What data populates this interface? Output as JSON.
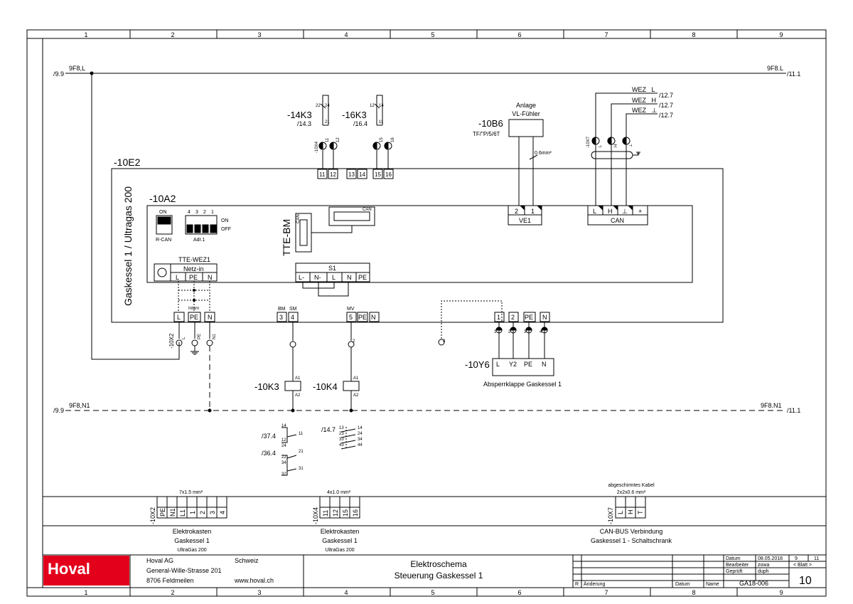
{
  "grid": {
    "top": [
      "1",
      "2",
      "3",
      "4",
      "5",
      "6",
      "7",
      "8",
      "9"
    ],
    "bottom": [
      "1",
      "2",
      "3",
      "4",
      "5",
      "6",
      "7",
      "8",
      "9"
    ]
  },
  "rails": {
    "l_left_ref": "/9.9",
    "l_left_name": "9F8,L",
    "l_right_name": "9F8.L",
    "l_right_ref": "/11.1",
    "n_left_ref": "/9.9",
    "n_left_name": "9F8,N1",
    "n_right_name": "9F8.N1",
    "n_right_ref": "/11.1"
  },
  "boiler": {
    "tag": "-10E2",
    "title": "Gaskessel 1 / Ultragas 200",
    "controller": "-10A2",
    "dip_on": "ON",
    "rcan": "R-CAN",
    "dip_numbers": [
      "4",
      "3",
      "2",
      "1"
    ],
    "dip_on2": "ON",
    "dip_off": "OFF",
    "adr": "Adr.1",
    "tte_bm": "TTE-BM",
    "can_small": "CAN",
    "tte_wez": "TTE-WEZ1",
    "netz_in": "Netz-in",
    "netz_terms": [
      "L",
      "PE",
      "N"
    ],
    "s1": "S1",
    "s1_terms": [
      "L-",
      "N-",
      "L",
      "N",
      "PE"
    ],
    "intern": "Intern",
    "ve1": "VE1",
    "ve1_terms": [
      "2",
      "1"
    ],
    "can_block": "CAN",
    "can_terms": [
      "L",
      "H",
      "⊥",
      "+"
    ]
  },
  "relays_top": {
    "k3_tag": "-14K3",
    "k3_ref": "/14.3",
    "k3_pins": [
      "22",
      "24",
      "21"
    ],
    "k6_tag": "-16K3",
    "k6_ref": "/16.4",
    "k6_pins": [
      "12",
      "14",
      "11"
    ],
    "x4_tag": "-10X4",
    "x4_terms": [
      "11",
      "12",
      "13",
      "14",
      "15",
      "16"
    ],
    "x4_pins": [
      "11",
      "12",
      "15",
      "16"
    ]
  },
  "sensor": {
    "title1": "Anlage",
    "title2": "VL-Fühler",
    "tag": "-10B6",
    "type": "TF/\"P/5/6T",
    "cable": "0.6mm²"
  },
  "bus": {
    "x7_tag": "-10X7",
    "wez_l": "WEZ_ L",
    "wez_h": "WEZ_ H",
    "wez_g": "WEZ_ ⊥",
    "ref1": "/12.7",
    "ref2": "/12.7",
    "ref3": "/12.7",
    "pins": [
      "L",
      "H",
      "⊥"
    ]
  },
  "bottom_terms": {
    "x2_tag": "-10X2",
    "x2_terms": [
      "L",
      "PE",
      "N"
    ],
    "x2_pins": [
      "L",
      "PE",
      "N1"
    ],
    "bm": "BM",
    "sm": "SM",
    "bm_terms": [
      "3",
      "4"
    ],
    "mv": "MV",
    "mv_terms": [
      "5",
      "PE",
      "N"
    ],
    "mv_pin": "2",
    "p3": "3",
    "pin1": "1",
    "y6_terms": [
      "1",
      "2",
      "PE",
      "N"
    ],
    "y6_wires": [
      "1",
      "2",
      "3",
      "4"
    ],
    "y6_tag": "-10Y6",
    "y6_labels": [
      "L",
      "Y2",
      "PE",
      "N"
    ],
    "y6_desc": "Absperrklappe Gaskessel 1"
  },
  "coils": {
    "k3": "-10K3",
    "k4": "-10K4",
    "a1": "A1",
    "a2": "A2"
  },
  "contacts": {
    "ref_a": "/37.4",
    "ref_b": "/36.4",
    "ref_c": "/14.7",
    "a_pins": [
      "14",
      "11",
      "12",
      "24",
      "21",
      "22",
      "34",
      "31",
      "32"
    ],
    "c_pins": [
      "13",
      "14",
      "23",
      "24",
      "33",
      "34",
      "43",
      "44"
    ]
  },
  "cables": {
    "c1_spec": "7x1.5 mm²",
    "c1_tag": "-10X2",
    "c1_cols": [
      "PE",
      "N1",
      "L1",
      "1",
      "2",
      "3",
      "4"
    ],
    "c1_l1": "Elektrokasten",
    "c1_l2": "Gaskessel 1",
    "c1_l3": "UltraGas 200",
    "c2_spec": "4x1.0 mm²",
    "c2_tag": "-10X4",
    "c2_cols": [
      "11",
      "12",
      "15",
      "16"
    ],
    "c2_l1": "Elektrokasten",
    "c2_l2": "Gaskessel 1",
    "c2_l3": "UltraGas 200",
    "c3_note": "abgeschirmtes Kabel",
    "c3_spec": "2x2x0.6 mm²",
    "c3_tag": "-10X7",
    "c3_cols": [
      "L",
      "H",
      "T"
    ],
    "c3_l1": "CAN-BUS Verbindung",
    "c3_l2": "Gaskessel 1 - Schaltschrank"
  },
  "titleblock": {
    "logo": "Hoval",
    "company": "Hoval AG",
    "country": "Schweiz",
    "street": "General-Wille-Strasse 201",
    "city": "8706 Feldmeilen",
    "web": "www.hoval.ch",
    "title1": "Elektroschema",
    "title2": "Steuerung  Gaskessel 1",
    "r": "R",
    "aenderung": "Änderung",
    "datum_h": "Datum",
    "name_h": "Name",
    "datum_label": "Datum",
    "datum_val": "08.05.2018",
    "page_cur": "9",
    "page_tot": "11",
    "bearb_label": "Bearbeiter",
    "bearb_val": "zowa",
    "blatt": "< Blatt >",
    "gepr_label": "Geprüft",
    "gepr_val": "duph",
    "drawing_no": "GA18-006",
    "sheet": "10"
  }
}
